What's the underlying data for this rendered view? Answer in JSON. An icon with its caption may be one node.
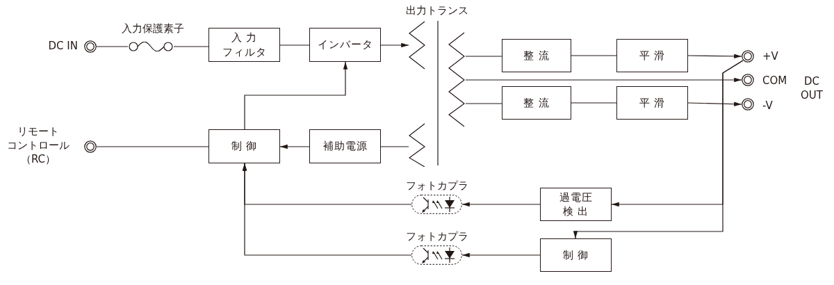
{
  "diagram": {
    "nodes": [
      {
        "text": [],
        "shape": "circle",
        "beside": [
          "DC IN"
        ]
      },
      {
        "text": [],
        "shape": "picture",
        "beside": [
          "入力保護素子"
        ]
      },
      {
        "text": [
          "入 力",
          "フィルタ"
        ]
      },
      {
        "text": [
          "インバータ"
        ]
      },
      {
        "text": [
          "出力トランス"
        ]
      },
      {
        "text": [
          "整 流"
        ]
      },
      {
        "text": [
          "平 滑"
        ]
      },
      {
        "text": [],
        "shape": "circle",
        "beside": [
          "+V"
        ]
      },
      {
        "text": [],
        "shape": "circle",
        "beside": [
          "COM"
        ]
      },
      {
        "text": [
          "整 流"
        ]
      },
      {
        "text": [
          "平 滑"
        ]
      },
      {
        "text": [],
        "shape": "circle",
        "beside": [
          "-V"
        ]
      },
      {
        "text": [],
        "shape": "circle",
        "beside": [
          "リモート",
          "コントロール",
          "（RC）"
        ]
      },
      {
        "text": [
          "制 御"
        ]
      },
      {
        "text": [
          "補助電源"
        ]
      },
      {
        "text": [
          "フォトカプラ"
        ]
      },
      {
        "text": [
          "過電圧",
          "検 出"
        ]
      },
      {
        "text": [
          "フォトカプラ"
        ]
      },
      {
        "text": [
          "制 御"
        ]
      }
    ],
    "edges": [
      {
        "from": 0,
        "to": 1,
        "arrow": "none"
      },
      {
        "from": 1,
        "to": 2,
        "arrow": "none"
      },
      {
        "from": 2,
        "to": 3,
        "arrow": "none"
      },
      {
        "from": 3,
        "to": 4,
        "arrow": "to"
      },
      {
        "from": 4,
        "to": 5,
        "arrow": "none"
      },
      {
        "from": 5,
        "to": 6,
        "arrow": "none"
      },
      {
        "from": 6,
        "to": 7,
        "arrow": "to"
      },
      {
        "from": 4,
        "to": 8,
        "arrow": "to"
      },
      {
        "from": 4,
        "to": 9,
        "arrow": "none"
      },
      {
        "from": 9,
        "to": 10,
        "arrow": "none"
      },
      {
        "from": 10,
        "to": 11,
        "arrow": "to"
      },
      {
        "from": 12,
        "to": 13,
        "arrow": "none"
      },
      {
        "from": 13,
        "to": 3,
        "arrow": "to"
      },
      {
        "from": 4,
        "to": 14,
        "arrow": "none"
      },
      {
        "from": 14,
        "to": 13,
        "arrow": "to"
      },
      {
        "from": 7,
        "to": 16,
        "arrow": "to"
      },
      {
        "from": 7,
        "to": 18,
        "arrow": "to"
      },
      {
        "from": 16,
        "to": 15,
        "arrow": "to"
      },
      {
        "from": 15,
        "to": 13,
        "arrow": "to"
      },
      {
        "from": 18,
        "to": 17,
        "arrow": "to"
      },
      {
        "from": 17,
        "to": 13,
        "arrow": "to"
      }
    ],
    "labels": [
      "DC OUT"
    ]
  }
}
